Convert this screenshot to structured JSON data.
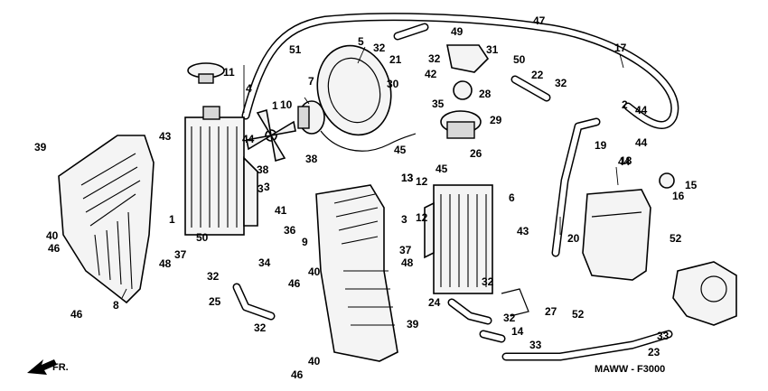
{
  "diagram": {
    "figure_code": "MAWW - F3000",
    "front_label": "FR.",
    "callouts": [
      "47",
      "49",
      "32",
      "31",
      "5",
      "32",
      "21",
      "42",
      "51",
      "17",
      "50",
      "7",
      "11",
      "4",
      "30",
      "22",
      "32",
      "28",
      "10",
      "35",
      "2",
      "44",
      "1",
      "3",
      "29",
      "19",
      "44",
      "39",
      "43",
      "44",
      "38",
      "45",
      "26",
      "44",
      "18",
      "45",
      "15",
      "13",
      "12",
      "16",
      "38",
      "6",
      "3",
      "3",
      "12",
      "36",
      "52",
      "41",
      "9",
      "43",
      "1",
      "37",
      "20",
      "13",
      "46",
      "50",
      "48",
      "37",
      "48",
      "40",
      "34",
      "32",
      "46",
      "8",
      "32",
      "40",
      "24",
      "27",
      "46",
      "25",
      "32",
      "14",
      "33",
      "52",
      "23",
      "39",
      "32",
      "40",
      "33",
      "46"
    ]
  }
}
